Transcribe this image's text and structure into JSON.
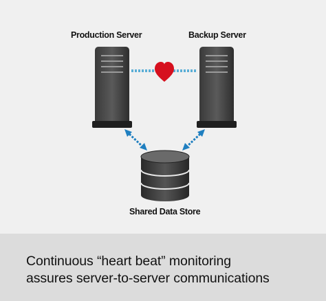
{
  "diagram": {
    "nodes": {
      "production_server": "Production Server",
      "backup_server": "Backup Server",
      "shared_data_store": "Shared Data Store"
    },
    "link_colors": {
      "heartbeat_link": "#5aaed6",
      "data_links": "#1f7fc0",
      "heart": "#d6101e"
    }
  },
  "caption": {
    "line1": "Continuous “heart beat” monitoring",
    "line2": "assures server-to-server communications"
  }
}
